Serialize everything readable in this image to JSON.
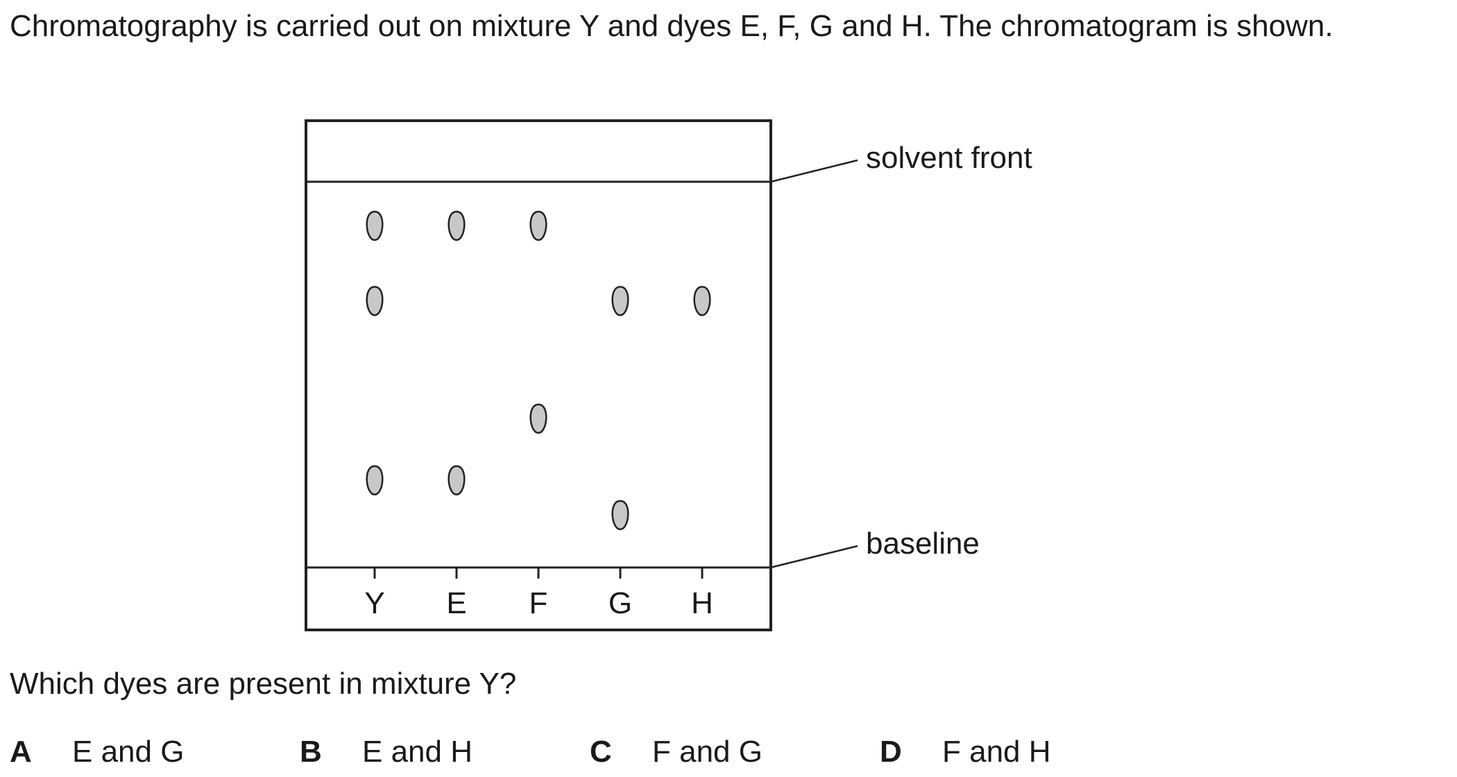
{
  "question": {
    "intro": "Chromatography is carried out on mixture Y and dyes E, F, G and H. The chromatogram is shown.",
    "prompt": "Which dyes are present in mixture Y?"
  },
  "diagram": {
    "labels": {
      "solvent_front": "solvent front",
      "baseline": "baseline"
    },
    "lanes": [
      {
        "name": "Y",
        "spots": [
          0.885,
          0.69,
          0.225
        ]
      },
      {
        "name": "E",
        "spots": [
          0.885,
          0.225
        ]
      },
      {
        "name": "F",
        "spots": [
          0.885,
          0.385
        ]
      },
      {
        "name": "G",
        "spots": [
          0.69,
          0.135
        ]
      },
      {
        "name": "H",
        "spots": [
          0.69
        ]
      }
    ],
    "spot_color": "#c8c8c8",
    "line_color": "#222222"
  },
  "options": [
    {
      "letter": "A",
      "text": "E and G"
    },
    {
      "letter": "B",
      "text": "E and H"
    },
    {
      "letter": "C",
      "text": "F and G"
    },
    {
      "letter": "D",
      "text": "F and H"
    }
  ]
}
